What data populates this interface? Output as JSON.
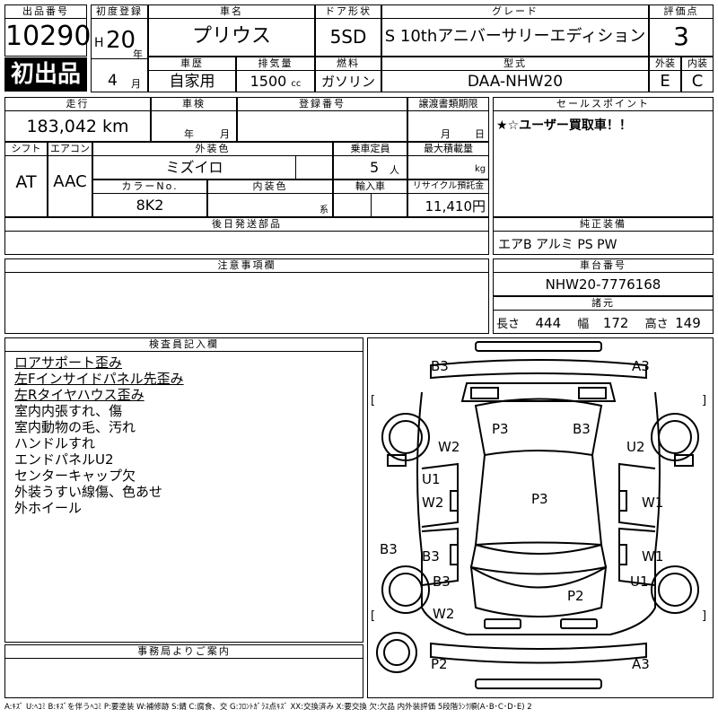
{
  "header": {
    "lot_no_label": "出品番号",
    "lot_no": "10290",
    "first_listing": "初出品",
    "reg_label": "初度登録",
    "era": "H",
    "year": "20",
    "year_unit": "年",
    "month": "4",
    "month_unit": "月",
    "name_label": "車名",
    "name": "プリウス",
    "door_label": "ドア形状",
    "door": "5SD",
    "grade_label": "グレード",
    "grade": "S 10thアニバーサリーエディション",
    "score_label": "評価点",
    "score": "3",
    "history_label": "車歴",
    "history": "自家用",
    "displacement_label": "排気量",
    "displacement": "1500",
    "displacement_unit": "cc",
    "fuel_label": "燃料",
    "fuel": "ガソリン",
    "model_label": "型式",
    "model": "DAA-NHW20",
    "ext_label": "外装",
    "ext": "E",
    "int_label": "内装",
    "int": "C"
  },
  "row2": {
    "mileage_label": "走行",
    "mileage": "183,042 km",
    "inspection_label": "車検",
    "insp_year_unit": "年",
    "insp_month_unit": "月",
    "plate_label": "登録番号",
    "transfer_label": "譲渡書類期限",
    "transfer_month_unit": "月",
    "transfer_day_unit": "日",
    "shift_label": "シフト",
    "shift": "AT",
    "ac_label": "エアコン",
    "ac": "AAC",
    "ext_color_label": "外装色",
    "ext_color": "ミズイロ",
    "capacity_label": "乗車定員",
    "capacity": "5",
    "capacity_unit": "人",
    "load_label": "最大積載量",
    "load_unit": "kg",
    "color_no_label": "カラーNo.",
    "color_no": "8K2",
    "int_color_label": "内装色",
    "int_color_unit": "系",
    "import_label": "輸入車",
    "recycle_label": "リサイクル預託金",
    "recycle": "11,410円",
    "sales_label": "セールスポイント",
    "sales": "★☆ユーザー買取車！！"
  },
  "later_parts_label": "後日発送部品",
  "genuine_label": "純正装備",
  "genuine": "エアB アルミ PS PW",
  "notes_label": "注意事項欄",
  "chassis_label": "車台番号",
  "chassis": "NHW20-7776168",
  "dims_label": "諸元",
  "dims": {
    "l_label": "長さ",
    "l": "444",
    "w_label": "幅",
    "w": "172",
    "h_label": "高さ",
    "h": "149"
  },
  "inspector_label": "検査員記入欄",
  "remarks": [
    {
      "text": "ロアサポート歪み",
      "underline": true
    },
    {
      "text": "左Fインサイドパネル先歪み",
      "underline": true
    },
    {
      "text": "左Rタイヤハウス歪み",
      "underline": true
    },
    {
      "text": "室内内張すれ、傷",
      "underline": false
    },
    {
      "text": "室内動物の毛、汚れ",
      "underline": false
    },
    {
      "text": "ハンドルすれ",
      "underline": false
    },
    {
      "text": "エンドパネルU2",
      "underline": false
    },
    {
      "text": "センターキャップ欠",
      "underline": false
    },
    {
      "text": "外装うすい線傷、色あせ",
      "underline": false
    },
    {
      "text": "外ホイール",
      "underline": false
    }
  ],
  "office_label": "事務局よりご案内",
  "legend": "A:ｷｽﾞ U:ﾍｺﾐ B:ｷｽﾞを伴うﾍｺﾐ P:要塗装 W:補修跡 S:錆 C:腐食、交 G:ﾌﾛﾝﾄｶﾞﾗｽ点ｷｽﾞ XX:交換済み X:要交換 欠:欠品 内外装評価 5段階ﾗﾝｸ順(A･B･C･D･E) 2",
  "diagram_marks": [
    "B3",
    "A3",
    "[",
    "]",
    "W2",
    "U2",
    "P3",
    "B3",
    "U1",
    "W2",
    "P3",
    "W1",
    "B3",
    "B3",
    "W1",
    "B3",
    "U1",
    "P2",
    "W2",
    "[",
    "]",
    "P2",
    "A3"
  ]
}
